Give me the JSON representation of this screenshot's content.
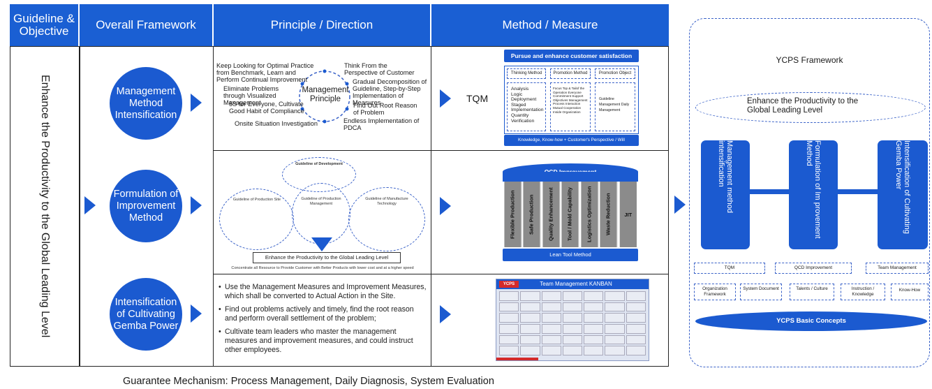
{
  "headers": {
    "guideline": "Guideline & Objective",
    "framework": "Overall Framework",
    "principle": "Principle / Direction",
    "method": "Method / Measure"
  },
  "guideline_text": "Enhance the Productivity to the Global Leading Level",
  "circles": {
    "c1": "Management Method Intensification",
    "c2": "Formulation of Improvement Method",
    "c3": "Intensification of Cultivating Gemba Power"
  },
  "principle_row1": {
    "center": "Management Principle",
    "p1": "Keep Looking for Optimal Practice from Benchmark, Learn and Perform Continual Improvement",
    "p2": "Eliminate Problems through Visualized Management",
    "p3": "5S for Everyone, Cultivate Good Habit of Compliance",
    "p4": "Onsite Situation Investigation",
    "p5": "Think From the Perspective of Customer",
    "p6": "Gradual Decomposition of Guideline, Step-by-Step Implementation of Measures",
    "p7": "Find Out Root Reason of Problem",
    "p8": "Endless Implementation of PDCA"
  },
  "principle_row2": {
    "top": "Guideline of Development",
    "left": "Guideline of Production Site",
    "mid": "Guideline of Production Management",
    "right": "Guideline of Manufacture Technology",
    "banner": "Enhance the Productivity to the Global Leading Level",
    "footer": "Concentrate all Resource to Provide Customer with Better Products with lower cost and at a higher speed"
  },
  "principle_row3": {
    "b1": "Use the Management Measures and Improvement Measures, which shall be converted to Actual Action in the Site.",
    "b2": "Find out problems actively and timely, find the root reason and perform overall settlement of the problem;",
    "b3": "Cultivate team leaders who master the management measures and improvement measures, and could instruct other employees."
  },
  "tqm": {
    "label": "TQM",
    "top": "Pursue and enhance customer satisfaction",
    "h1": "Thinking Method",
    "h2": "Promotion Method",
    "h3": "Promotion Object",
    "c1": "Analysis Logic Deployment Staged Implementation Quantity Verification",
    "c2": "Focus Top & Tailof the Operation Everyone Commitment Support Objectives Management Process Interaction Mutual Cooperation Inside Organization",
    "c3": "Guideline Management Daily Management",
    "bottom": "Knowledge, Know-how + Customer's Perspective / Will"
  },
  "qcd": {
    "title": "QCD Improvement",
    "columns": [
      "Flexible Production",
      "Safe Production",
      "Quality Enhancement",
      "Tool / Mold Capability",
      "Logistics Optimization",
      "Waste Reduction",
      "JIT"
    ],
    "base": "Lean Tool Method"
  },
  "kanban": {
    "title": "Team Management KANBAN",
    "logo": "YCPS"
  },
  "ycps": {
    "title": "YCPS Framework",
    "goal": "Enhance the Productivity to the Global Leading Level",
    "pillars": [
      "Management method intensification",
      "Formulation of Im provement Method",
      "Intensification of Cultivating Gemba Power"
    ],
    "methods": [
      "TQM",
      "QCD Improvement",
      "Team Management"
    ],
    "basics": [
      "Organization Framework",
      "System Document",
      "Talents / Culture",
      "Instruction / Knowledge",
      "Know-How"
    ],
    "base": "YCPS Basic Concepts"
  },
  "footer": "Guarantee Mechanism: Process Management, Daily Diagnosis, System Evaluation"
}
